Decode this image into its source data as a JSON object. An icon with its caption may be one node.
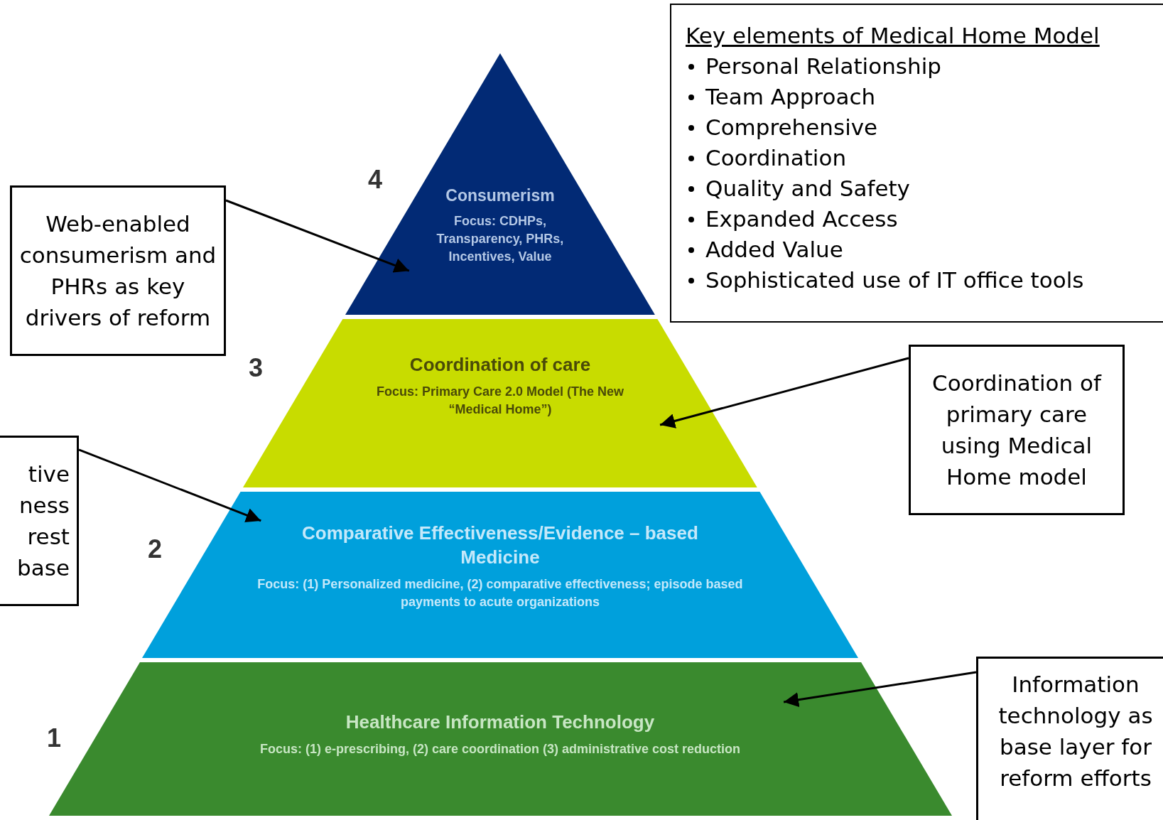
{
  "diagram": {
    "nodes": [
      {
        "text": [
          "Key elements of Medical Home Model",
          "Personal Relationship",
          "Team Approach",
          "Comprehensive",
          "Coordination",
          "Quality and Safety",
          "Expanded Access",
          "Added Value",
          "Sophisticated use of IT office tools"
        ]
      },
      {
        "text": [
          "Web-enabled consumerism and PHRs as key drivers of reform"
        ]
      },
      {
        "text": [
          "Consumerism",
          "Focus: CDHPs, Transparency, PHRs, Incentives, Value"
        ],
        "beside": [
          "4"
        ]
      },
      {
        "text": [
          "Coordination of care",
          "Focus: Primary Care 2.0 Model (The New “Medical Home”)"
        ],
        "beside": [
          "3"
        ]
      },
      {
        "text": [
          "Coordination of primary care using Medical Home model"
        ]
      },
      {
        "text": [
          "tive ness rest base"
        ]
      },
      {
        "text": [
          "Comparative Effectiveness/Evidence – based Medicine",
          "Focus: (1) Personalized medicine, (2) comparative effectiveness; episode based payments to acute organizations"
        ],
        "beside": [
          "2"
        ]
      },
      {
        "text": [
          "Healthcare Information Technology",
          "Focus: (1) e-prescribing, (2) care coordination (3) administrative cost reduction"
        ],
        "beside": [
          "1"
        ]
      },
      {
        "text": [
          "Information technology as base layer for reform efforts"
        ]
      }
    ],
    "edges": [
      {
        "from": 1,
        "to": 2,
        "arrow": "to"
      },
      {
        "from": 4,
        "to": 3,
        "arrow": "to"
      },
      {
        "from": 5,
        "to": 6,
        "arrow": "to"
      },
      {
        "from": 8,
        "to": 7,
        "arrow": "to"
      }
    ]
  }
}
